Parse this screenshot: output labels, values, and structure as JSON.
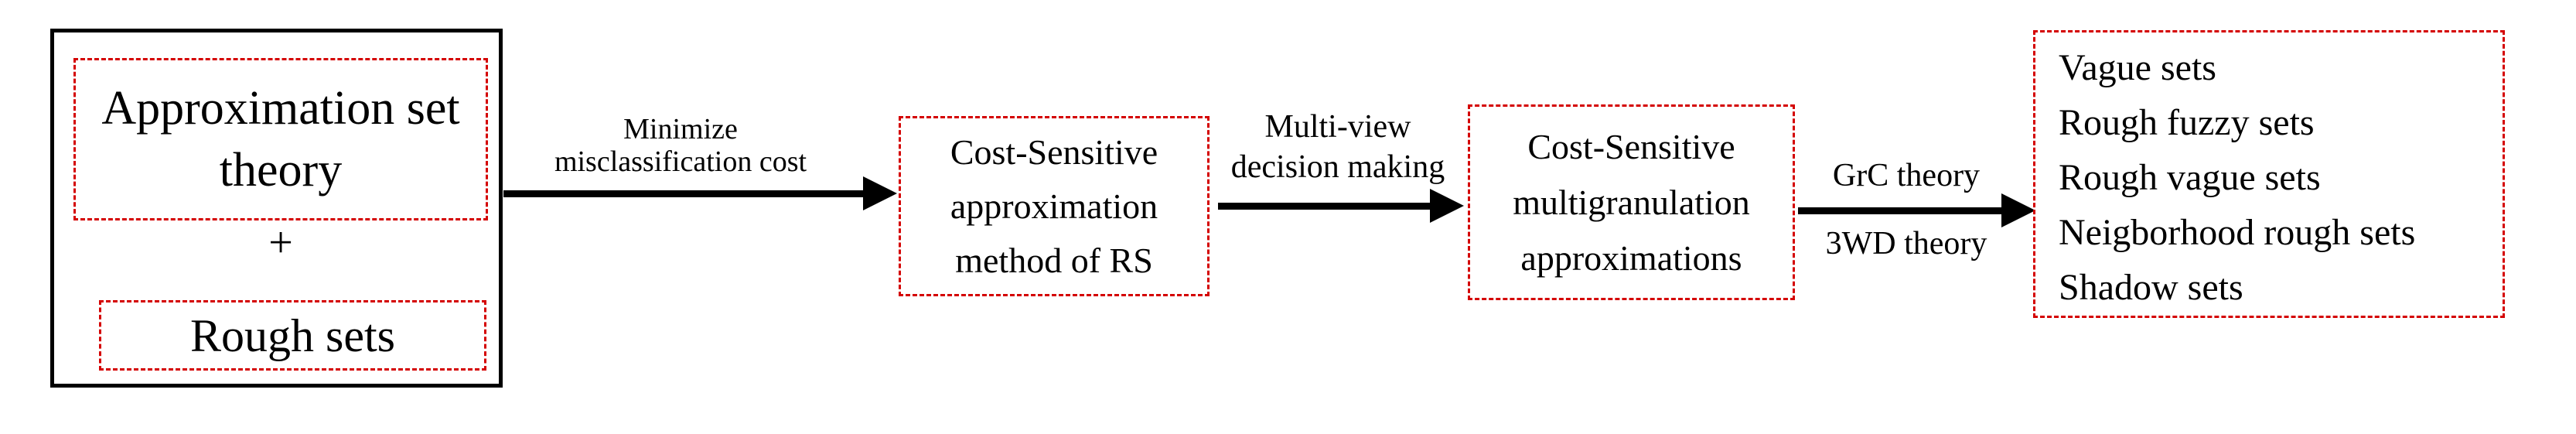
{
  "colors": {
    "background": "#ffffff",
    "solid_border": "#000000",
    "dashed_border": "#d40000",
    "arrow": "#000000",
    "text": "#000000"
  },
  "source_box": {
    "theory": "Approximation set\ntheory",
    "operator": "+",
    "sets": "Rough sets"
  },
  "step_boxes": {
    "cost_sensitive_rs": "Cost-Sensitive\napproximation\nmethod of RS",
    "cost_sensitive_multigranulation": "Cost-Sensitive\nmultigranulation\napproximations"
  },
  "result_box": {
    "items": [
      "Vague sets",
      "Rough fuzzy sets",
      "Rough vague sets",
      "Neigborhood rough sets",
      "Shadow sets"
    ]
  },
  "arrows": {
    "arrow1": {
      "label": "Minimize\nmisclassification cost"
    },
    "arrow2": {
      "label": "Multi-view\ndecision making"
    },
    "arrow3": {
      "label_above": "GrC theory",
      "label_below": "3WD theory"
    }
  }
}
